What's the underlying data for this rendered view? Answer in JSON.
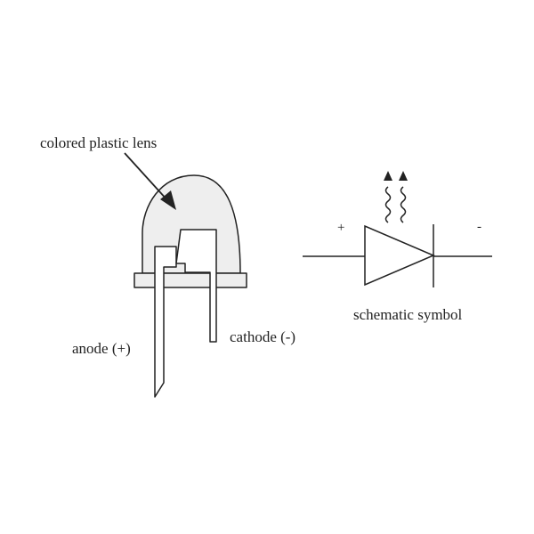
{
  "led_diagram": {
    "lens_label": "colored plastic lens",
    "anode_label": "anode (+)",
    "cathode_label": "cathode (-)"
  },
  "schematic": {
    "caption": "schematic symbol",
    "plus_sign": "+",
    "minus_sign": "-"
  },
  "colors": {
    "line": "#222222",
    "lens_fill": "#eeeeee",
    "background": "#ffffff"
  }
}
